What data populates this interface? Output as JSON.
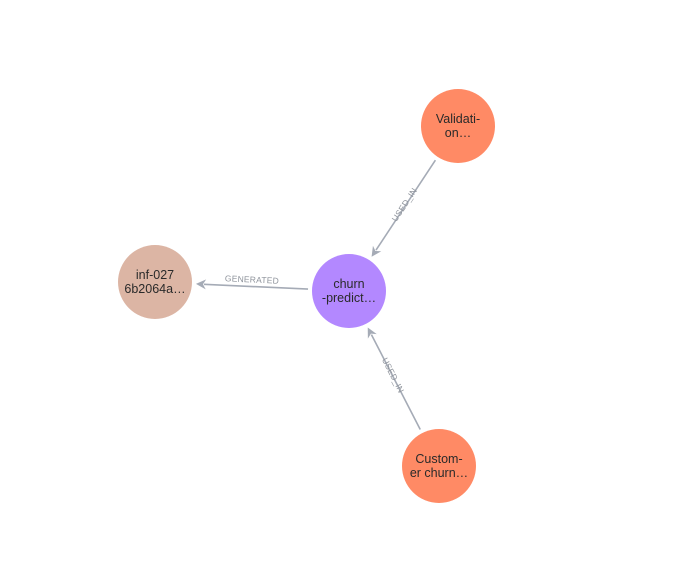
{
  "graph": {
    "nodes": [
      {
        "id": "validation",
        "lines": [
          "Validati-",
          "on…"
        ],
        "color": "#ff8a65",
        "kind": "dataset"
      },
      {
        "id": "churn-predict",
        "lines": [
          "churn",
          "-predict…"
        ],
        "color": "#b388ff",
        "kind": "model"
      },
      {
        "id": "inf-027",
        "lines": [
          "inf-027",
          "6b2064a…"
        ],
        "color": "#dcb5a4",
        "kind": "inference"
      },
      {
        "id": "customer-churn",
        "lines": [
          "Custom-",
          "er churn…"
        ],
        "color": "#ff8a65",
        "kind": "dataset"
      }
    ],
    "edges": [
      {
        "from": "validation",
        "to": "churn-predict",
        "label": "USED_IN"
      },
      {
        "from": "customer-churn",
        "to": "churn-predict",
        "label": "USED_IN"
      },
      {
        "from": "churn-predict",
        "to": "inf-027",
        "label": "GENERATED"
      }
    ],
    "edge_color": "#a5abb6",
    "edge_label_color": "#8f949c",
    "background": "#ffffff"
  }
}
